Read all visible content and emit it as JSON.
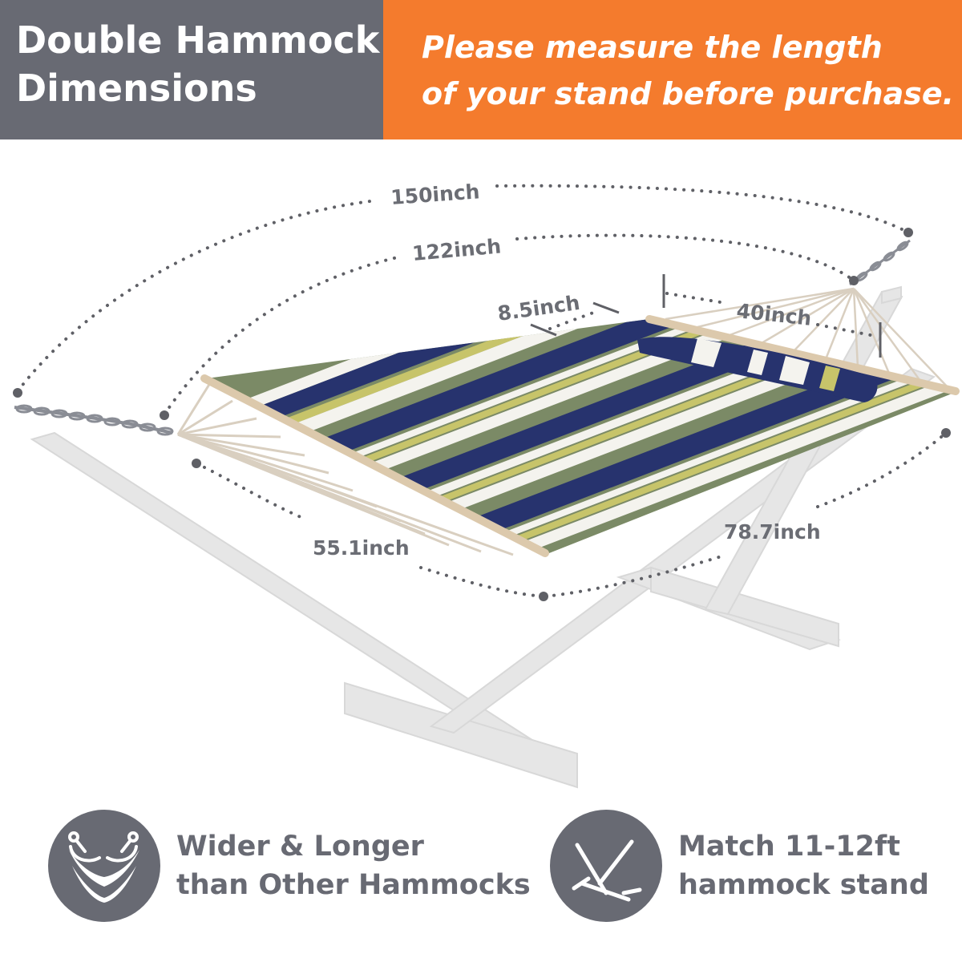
{
  "header": {
    "title_line1": "Double Hammock",
    "title_line2": "Dimensions",
    "notice_line1": "Please measure the length",
    "notice_line2": "of your stand before purchase.",
    "title_bg": "#686a73",
    "notice_bg": "#f47b2d"
  },
  "dimensions": {
    "overall_length": "150inch",
    "bed_length": "122inch",
    "pillow_width": "8.5inch",
    "pillow_length": "40inch",
    "bed_width": "55.1inch",
    "stand_width": "78.7inch"
  },
  "features": [
    {
      "icon": "two-hammocks-icon",
      "line1": "Wider & Longer",
      "line2": "than Other Hammocks"
    },
    {
      "icon": "hammock-stand-icon",
      "line1": "Match 11-12ft",
      "line2": "hammock stand"
    }
  ],
  "colors": {
    "navy_stripe": "#27336e",
    "olive_stripe": "#7b8a66",
    "dotted_line": "#5f6066",
    "stand": "#e3e3e3"
  }
}
